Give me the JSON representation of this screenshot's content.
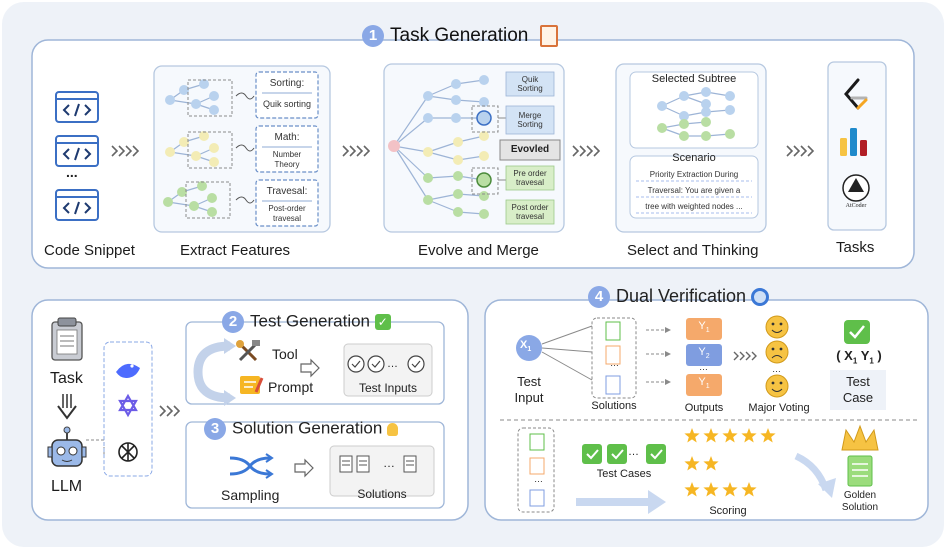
{
  "top": {
    "step": "1",
    "title": "Task Generation",
    "code_snippet": "Code Snippet",
    "ellipsis": "...",
    "extract_features": "Extract Features",
    "features": [
      {
        "title": "Sorting:",
        "value": "Quik sorting"
      },
      {
        "title": "Math:",
        "value": "Number Theory"
      },
      {
        "title": "Travesal:",
        "value": "Post-order travesal"
      }
    ],
    "evolve_merge": "Evolve and Merge",
    "evolve_boxes": [
      "Quik Sorting",
      "Merge Sorting",
      "Evovled",
      "Pre order travesal",
      "Post order travesal"
    ],
    "select_thinking": "Select and Thinking",
    "selected_subtree": "Selected Subtree",
    "scenario_title": "Scenario",
    "scenario_lines": [
      "Priority Extraction During",
      "Traversal: You are given a",
      "tree with weighted nodes ..."
    ],
    "tasks": "Tasks",
    "atcoder": "AtCoder"
  },
  "left": {
    "task": "Task",
    "llm": "LLM",
    "test_gen": {
      "step": "2",
      "title": "Test Generation",
      "tool": "Tool",
      "prompt": "Prompt",
      "test_inputs": "Test Inputs"
    },
    "sol_gen": {
      "step": "3",
      "title": "Solution Generation",
      "sampling": "Sampling",
      "solutions": "Solutions"
    }
  },
  "right": {
    "step": "4",
    "title": "Dual Verification",
    "x1": "X",
    "x1_sub": "1",
    "test_input": [
      "Test",
      "Input"
    ],
    "solutions": "Solutions",
    "outputs": "Outputs",
    "y_labels": [
      "Y",
      "Y",
      "Y"
    ],
    "y_subs": [
      "1",
      "2",
      "1"
    ],
    "major_voting": "Major Voting",
    "pair": "X",
    "pair_sub1": "1",
    "pair_y": "Y",
    "pair_sub2": "1",
    "test_case": [
      "Test",
      "Case"
    ],
    "test_cases": "Test Cases",
    "scoring": "Scoring",
    "golden": [
      "Golden",
      "Solution"
    ]
  },
  "colors": {
    "panel_border": "#9fb6d8",
    "panel_fill": "#ffffff",
    "bg": "#eef2f8",
    "accent": "#8aa8e6",
    "blue_node": "#b9d2ee",
    "yellow_node": "#f3ecb5",
    "green_node": "#b9dea3",
    "pink_node": "#f3c2c6",
    "orange_y": "#f5a96b",
    "blue_y": "#7f9de0",
    "star": "#f6b623",
    "check": "#5fbf4a"
  }
}
